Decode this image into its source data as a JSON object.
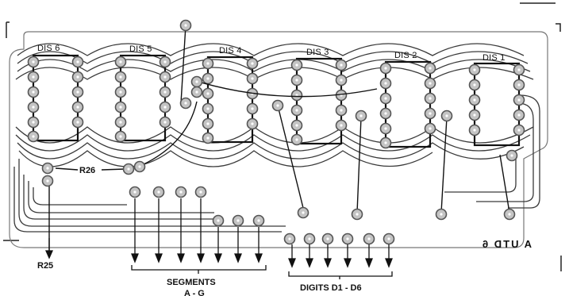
{
  "displays": [
    "DIS 6",
    "DIS 5",
    "DIS 4",
    "DIS 3",
    "DIS 2",
    "DIS 1"
  ],
  "resistors": {
    "r26": "R26",
    "r25": "R25"
  },
  "buses": {
    "segments_label": "SEGMENTS",
    "segments_range": "A - G",
    "digits_label": "DIGITS D1 - D6"
  },
  "mirrored_text": "A  UTD 6",
  "colors": {
    "trace": "#3a3a3a",
    "pad": "#bdbdbd",
    "ink": "#111111",
    "paper": "#ffffff"
  }
}
